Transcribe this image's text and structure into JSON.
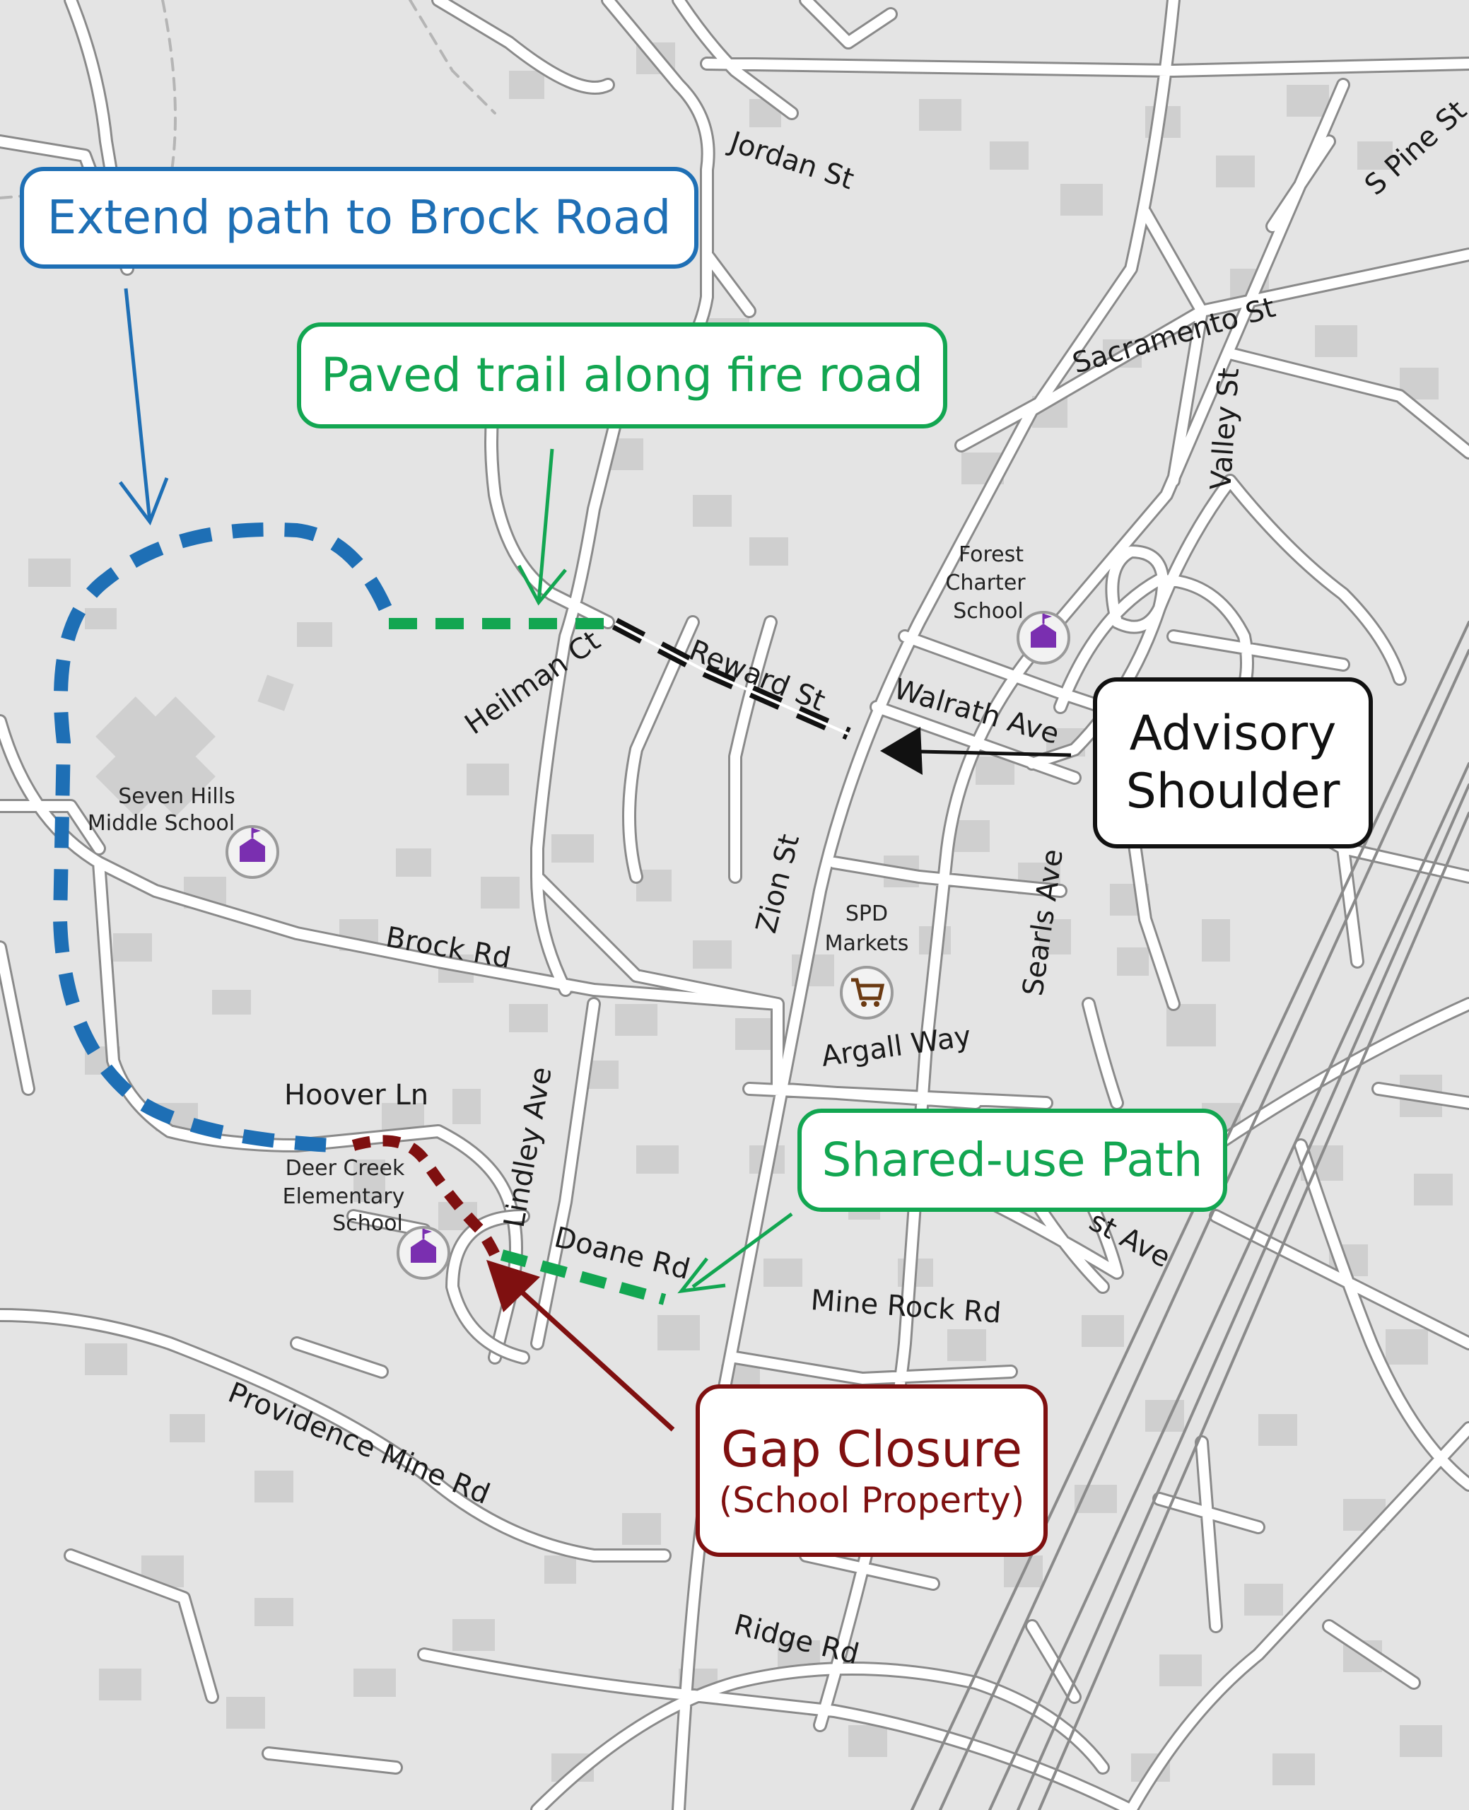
{
  "colors": {
    "background": "#e4e4e4",
    "road": "#ffffff",
    "road_edge": "#8a8a8a",
    "building": "#cfcfcf",
    "blue": "#1e6fb5",
    "green": "#12a651",
    "dark_red": "#7f1010",
    "black": "#111111",
    "school_icon": "#7a2fb0",
    "shop_icon": "#6b3a12"
  },
  "callouts": {
    "extend_path": "Extend path to Brock Road",
    "paved_trail": "Paved trail along fire road",
    "advisory_line1": "Advisory",
    "advisory_line2": "Shoulder",
    "shared_use": "Shared-use Path",
    "gap_line1": "Gap Closure",
    "gap_line2": "(School Property)"
  },
  "streets": {
    "jordan": "Jordan St",
    "s_pine": "S Pine St",
    "sacramento": "Sacramento St",
    "valley": "Valley St",
    "heilman": "Heilman Ct",
    "reward": "Reward St",
    "walrath": "Walrath Ave",
    "zion": "Zion St",
    "searls": "Searls Ave",
    "brock": "Brock Rd",
    "argall": "Argall Way",
    "hoover": "Hoover Ln",
    "lindley": "Lindley Ave",
    "doane": "Doane Rd",
    "mine_rock": "Mine Rock Rd",
    "st_ave": "st Ave",
    "providence": "Providence Mine Rd",
    "ridge": "Ridge Rd"
  },
  "pois": {
    "forest_1": "Forest",
    "forest_2": "Charter",
    "forest_3": "School",
    "seven_1": "Seven Hills",
    "seven_2": "Middle School",
    "spd_1": "SPD",
    "spd_2": "Markets",
    "deer_1": "Deer Creek",
    "deer_2": "Elementary",
    "deer_3": "School"
  },
  "icons": {
    "school": "school-icon",
    "shop": "shopping-cart-icon",
    "arrow": "arrow-icon"
  }
}
